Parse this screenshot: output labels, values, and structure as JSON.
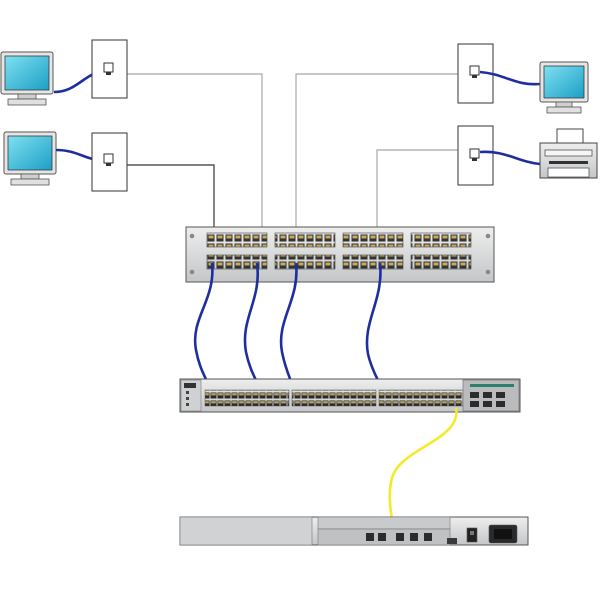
{
  "diagram": {
    "kind": "network-topology",
    "colors": {
      "background": "#ffffff",
      "monitor_screen": "#2fb8d6",
      "monitor_frame": "#ffffff",
      "device_body": "#d8dadc",
      "device_dark": "#8a8c8e",
      "port": "#2c2c2c",
      "patch_cable": "#1f2e9e",
      "horizontal_run": "#a8a8a8",
      "dark_run": "#333333",
      "console_cable": "#f5ea2a",
      "wall_plate": "#ffffff"
    },
    "nodes": [
      {
        "id": "workstation-1",
        "icon": "monitor-icon"
      },
      {
        "id": "workstation-2",
        "icon": "monitor-icon"
      },
      {
        "id": "workstation-3",
        "icon": "monitor-icon"
      },
      {
        "id": "printer-1",
        "icon": "printer-icon"
      },
      {
        "id": "wall-jack-1",
        "icon": "wall-jack-icon"
      },
      {
        "id": "wall-jack-2",
        "icon": "wall-jack-icon"
      },
      {
        "id": "wall-jack-3",
        "icon": "wall-jack-icon"
      },
      {
        "id": "wall-jack-4",
        "icon": "wall-jack-icon"
      },
      {
        "id": "patch-panel",
        "icon": "patch-panel-icon"
      },
      {
        "id": "switch",
        "icon": "switch-icon"
      },
      {
        "id": "router",
        "icon": "router-icon"
      }
    ],
    "links": [
      {
        "from": "workstation-1",
        "to": "wall-jack-1",
        "type": "patch_cable"
      },
      {
        "from": "workstation-2",
        "to": "wall-jack-2",
        "type": "patch_cable"
      },
      {
        "from": "wall-jack-3",
        "to": "workstation-3",
        "type": "patch_cable"
      },
      {
        "from": "wall-jack-4",
        "to": "printer-1",
        "type": "patch_cable"
      },
      {
        "from": "wall-jack-1",
        "to": "patch-panel",
        "type": "horizontal_run"
      },
      {
        "from": "wall-jack-2",
        "to": "patch-panel",
        "type": "dark_run"
      },
      {
        "from": "wall-jack-3",
        "to": "patch-panel",
        "type": "horizontal_run"
      },
      {
        "from": "wall-jack-4",
        "to": "patch-panel",
        "type": "horizontal_run"
      },
      {
        "from": "patch-panel",
        "to": "switch",
        "type": "patch_cable"
      },
      {
        "from": "patch-panel",
        "to": "switch",
        "type": "patch_cable"
      },
      {
        "from": "patch-panel",
        "to": "switch",
        "type": "patch_cable"
      },
      {
        "from": "patch-panel",
        "to": "switch",
        "type": "patch_cable"
      },
      {
        "from": "switch",
        "to": "router",
        "type": "console_cable"
      }
    ]
  }
}
